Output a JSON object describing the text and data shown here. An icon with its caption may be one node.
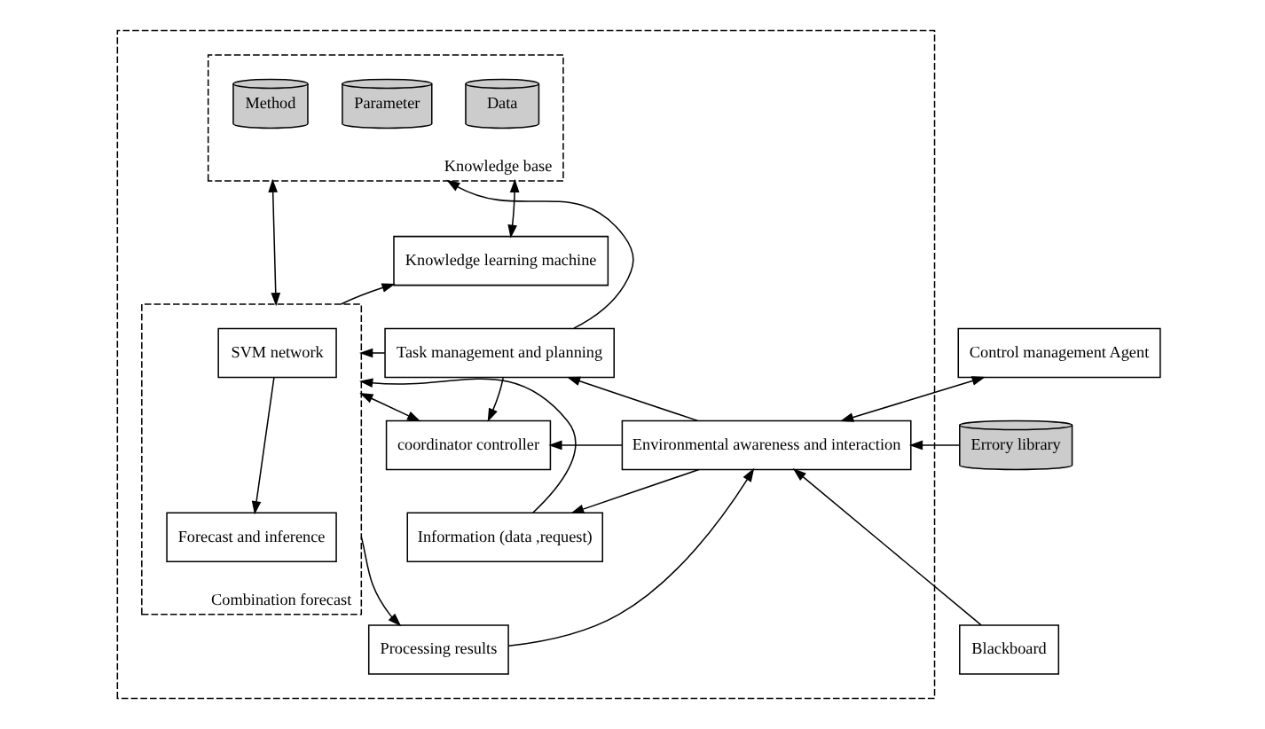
{
  "diagram": {
    "nodes": [
      {
        "text": [],
        "shape": "box"
      },
      {
        "text": [
          "Knowledge base"
        ],
        "in": 0
      },
      {
        "text": [
          "Data"
        ],
        "in": 1
      },
      {
        "text": [
          "Parameter"
        ],
        "in": 1
      },
      {
        "text": [
          "Method"
        ],
        "in": 1
      },
      {
        "text": [
          "Combination forecast"
        ],
        "in": 0
      },
      {
        "text": [
          "SVM network"
        ],
        "in": 5
      },
      {
        "text": [
          "Forecast and inference"
        ],
        "in": 5
      },
      {
        "text": [
          "Knowledge learning machine"
        ],
        "in": 0
      },
      {
        "text": [
          "Task management and planning"
        ],
        "in": 0
      },
      {
        "text": [
          "coordinator controller"
        ],
        "in": 0
      },
      {
        "text": [
          "Information (data ,request)"
        ],
        "in": 0
      },
      {
        "text": [
          "Processing results"
        ],
        "in": 0
      },
      {
        "text": [
          "Environmental awareness and interaction"
        ],
        "in": 0
      },
      {
        "text": [
          "Control management Agent"
        ]
      },
      {
        "text": [
          "Errory library"
        ]
      },
      {
        "text": [
          "Blackboard"
        ]
      }
    ],
    "edges": [
      {
        "from": 1,
        "to": 5,
        "arrow": "both"
      },
      {
        "from": 1,
        "to": 8,
        "arrow": "both"
      },
      {
        "from": 5,
        "to": 8,
        "arrow": "to"
      },
      {
        "from": 9,
        "to": 1,
        "arrow": "to"
      },
      {
        "from": 9,
        "to": 5,
        "arrow": "to"
      },
      {
        "from": 9,
        "to": 10,
        "arrow": "to"
      },
      {
        "from": 5,
        "to": 10,
        "arrow": "both"
      },
      {
        "from": 11,
        "to": 5,
        "arrow": "to"
      },
      {
        "from": 5,
        "to": 12,
        "arrow": "to"
      },
      {
        "from": 6,
        "to": 7,
        "arrow": "to"
      },
      {
        "from": 13,
        "to": 9,
        "arrow": "to"
      },
      {
        "from": 13,
        "to": 10,
        "arrow": "to"
      },
      {
        "from": 13,
        "to": 11,
        "arrow": "to"
      },
      {
        "from": 12,
        "to": 13,
        "arrow": "to"
      },
      {
        "from": 13,
        "to": 14,
        "arrow": "both"
      },
      {
        "from": 15,
        "to": 13,
        "arrow": "to"
      },
      {
        "from": 16,
        "to": 13,
        "arrow": "to"
      }
    ]
  }
}
